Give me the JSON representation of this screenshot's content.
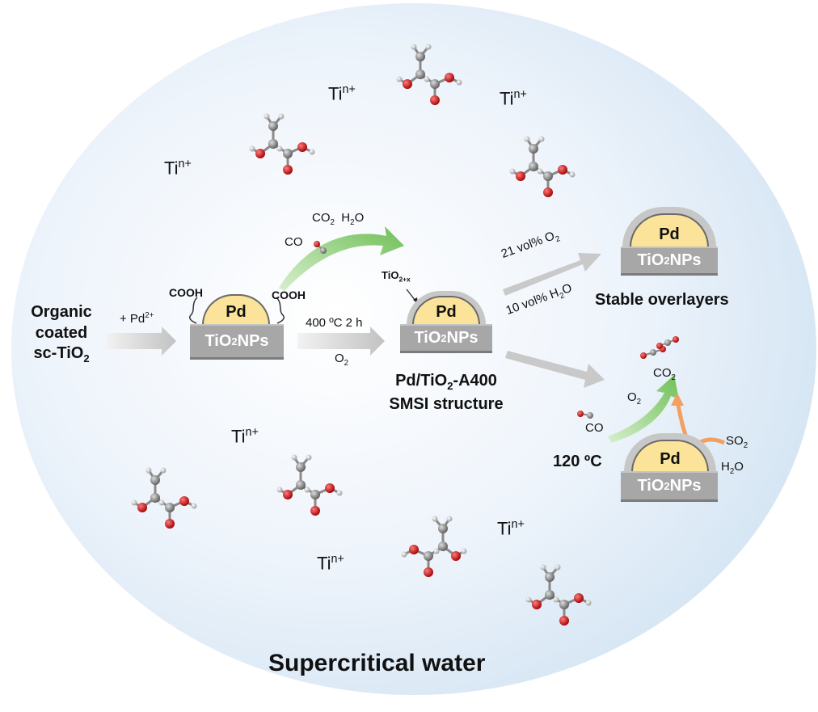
{
  "title": "Supercritical water",
  "ion_label": {
    "base": "Ti",
    "sup": "n+"
  },
  "start": {
    "line1": "Organic",
    "line2": "coated",
    "line3": "sc-TiO",
    "sub": "2"
  },
  "steps": {
    "pd_addition": {
      "text": "+ Pd",
      "sup": "2+"
    },
    "calcination": {
      "line1": "400 ºC  2 h",
      "gas": "O",
      "gas_sub": "2"
    },
    "product_name": {
      "line1_a": "Pd/TiO",
      "line1_sub": "2",
      "line1_b": "-A400",
      "line2": "SMSI structure"
    },
    "overlayer_label": {
      "base": "TiO",
      "sub": "2+x"
    },
    "oxidation_in": "CO",
    "oxidation_out": {
      "co2_base": "CO",
      "co2_sub": "2",
      "h2o_a": "H",
      "h2o_sub": "2",
      "h2o_b": "O"
    },
    "condition_o2": {
      "text": "21 vol% O",
      "sub": "2"
    },
    "condition_h2o": {
      "text": "10 vol% H",
      "sub": "2",
      "tail": "O"
    },
    "stable_label": "Stable overlayers",
    "reaction_temp": "120 ºC",
    "reaction_co": "CO",
    "reaction_o2": {
      "base": "O",
      "sub": "2"
    },
    "reaction_co2": {
      "base": "CO",
      "sub": "2"
    },
    "poison_so2": {
      "base": "SO",
      "sub": "2"
    },
    "poison_h2o": {
      "a": "H",
      "sub": "2",
      "b": "O"
    }
  },
  "particle": {
    "metal": "Pd",
    "support_base": "TiO",
    "support_sub": "2",
    "support_tail": " NPs",
    "ligand": "COOH"
  },
  "colors": {
    "pd": "#fbe39a",
    "support": "#a7a7a7",
    "green_arrow": "#7ec46a",
    "orange_arrow": "#f2a062",
    "gray_arrow": "#c9c9c9",
    "blocked": "#e02020",
    "bg_circle": "#d6e6f4"
  }
}
